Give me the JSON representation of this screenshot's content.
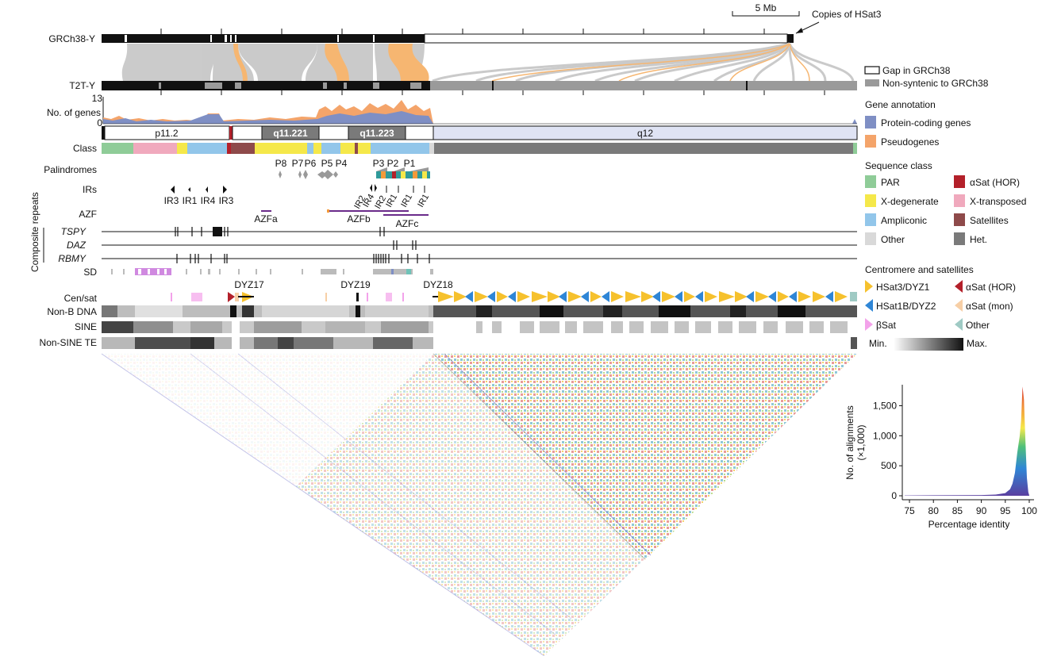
{
  "top": {
    "scale_label": "5 Mb",
    "hsat3_callout": "Copies of HSat3",
    "grch38_label": "GRCh38-Y",
    "t2t_label": "T2T-Y"
  },
  "tracks": {
    "genes_label": "No. of genes",
    "genes_max": "13",
    "genes_min": "0",
    "class_label": "Class",
    "palindromes_label": "Palindromes",
    "irs_label": "IRs",
    "azf_label": "AZF",
    "composite_label": "Composite repeats",
    "tspy": "TSPY",
    "daz": "DAZ",
    "rbmy": "RBMY",
    "sd": "SD",
    "censat": "Cen/sat",
    "nonb": "Non-B DNA",
    "sine": "SINE",
    "nonsine": "Non-SINE TE"
  },
  "bands": [
    "p11.2",
    "q11.221",
    "q11.223",
    "q12"
  ],
  "palindromes": [
    "P8",
    "P7",
    "P6",
    "P5",
    "P4",
    "P3",
    "P2",
    "P1"
  ],
  "irs_left": [
    "IR3",
    "IR1",
    "IR4",
    "IR3"
  ],
  "irs_right": [
    "IR2",
    "IR4",
    "IR2",
    "IR1",
    "IR1",
    "IR1"
  ],
  "azf": [
    "AZFa",
    "AZFb",
    "AZFc"
  ],
  "dyz": [
    "DYZ17",
    "DYZ19",
    "DYZ18"
  ],
  "legend": {
    "gap": "Gap in GRCh38",
    "nonsyntenic": "Non-syntenic to GRCh38",
    "gene_annotation_title": "Gene annotation",
    "protein_coding": "Protein-coding genes",
    "pseudogenes": "Pseudogenes",
    "seq_class_title": "Sequence class",
    "par": "PAR",
    "asat_hor": "αSat (HOR)",
    "xdeg": "X-degenerate",
    "xtrans": "X-transposed",
    "ampliconic": "Ampliconic",
    "satellites": "Satellites",
    "other": "Other",
    "het": "Het.",
    "censat_title": "Centromere and satellites",
    "hsat3": "HSat3/DYZ1",
    "asat_hor2": "αSat (HOR)",
    "hsat1b": "HSat1B/DYZ2",
    "asat_mon": "αSat (mon)",
    "bsat": "βSat",
    "other2": "Other",
    "min": "Min.",
    "max": "Max."
  },
  "colors": {
    "par": "#8fcc98",
    "xdeg": "#f5e84a",
    "ampliconic": "#92c6ea",
    "other": "#d9d9d9",
    "asat_hor": "#b3202a",
    "xtrans": "#f0a9bd",
    "satellites": "#8e4a4a",
    "het": "#7a7a7a",
    "protein": "#7f8fc4",
    "pseudo": "#f4a46a",
    "hsat3": "#f6c12d",
    "hsat1b": "#2f86d6",
    "bsat": "#f3a2ea",
    "asat_mon": "#f7cfa6",
    "other_sat": "#9fcac4",
    "synteny": "#c8c8c8",
    "synteny_orange": "#f6b36a",
    "q12_fill": "#dfe3f4"
  },
  "chart_data": {
    "type": "area",
    "xlabel": "Percentage identity",
    "ylabel": "No. of alignments (×1,000)",
    "xticks": [
      "75",
      "80",
      "85",
      "90",
      "95",
      "100"
    ],
    "yticks": [
      "0",
      "500",
      "1,000",
      "1,500"
    ],
    "xlim": [
      74,
      100.5
    ],
    "ylim": [
      0,
      1850
    ],
    "x": [
      74,
      80,
      85,
      90,
      93,
      95,
      96,
      96.5,
      97,
      97.5,
      98,
      98.3,
      98.6,
      98.9,
      99.2,
      99.5,
      99.8,
      100
    ],
    "values": [
      5,
      8,
      10,
      12,
      20,
      45,
      110,
      200,
      380,
      720,
      990,
      1250,
      1820,
      1600,
      900,
      300,
      60,
      5
    ]
  }
}
